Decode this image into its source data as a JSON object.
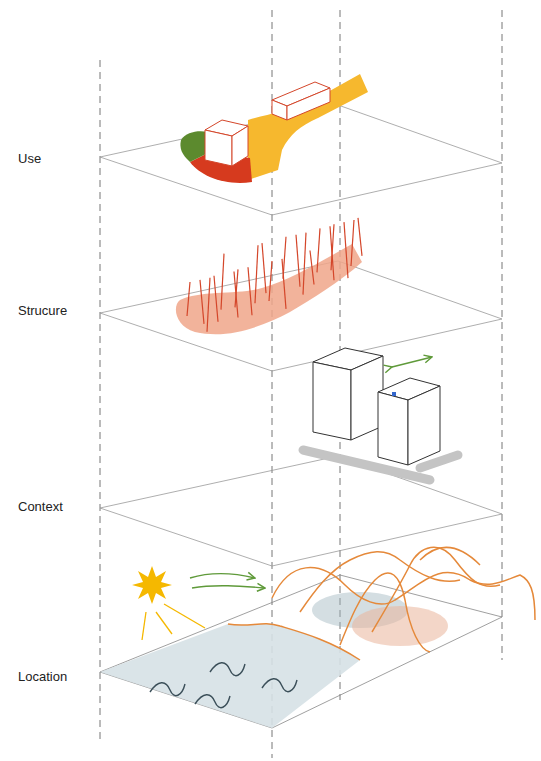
{
  "diagram": {
    "labels": [
      "Use",
      "Strucure",
      "Context",
      "Location"
    ]
  }
}
